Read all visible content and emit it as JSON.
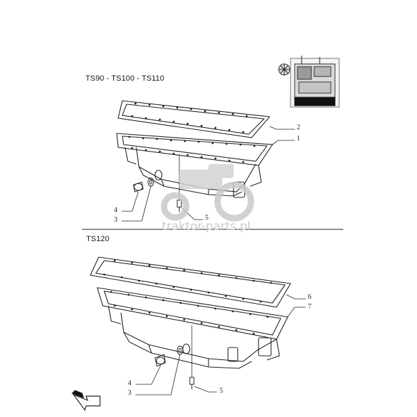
{
  "sections": [
    {
      "title": "TS90 - TS100 - TS110",
      "callouts": [
        "1",
        "2",
        "3",
        "4",
        "5"
      ]
    },
    {
      "title": "TS120",
      "callouts": [
        "3",
        "4",
        "5",
        "6",
        "7"
      ]
    }
  ],
  "watermark": {
    "text": "traktor-parts.pl",
    "color": "#c9c9c9"
  },
  "icons": {
    "engine_thumbnail": "engine-thumbnail-icon",
    "nav_arrow": "nav-arrow-icon"
  }
}
